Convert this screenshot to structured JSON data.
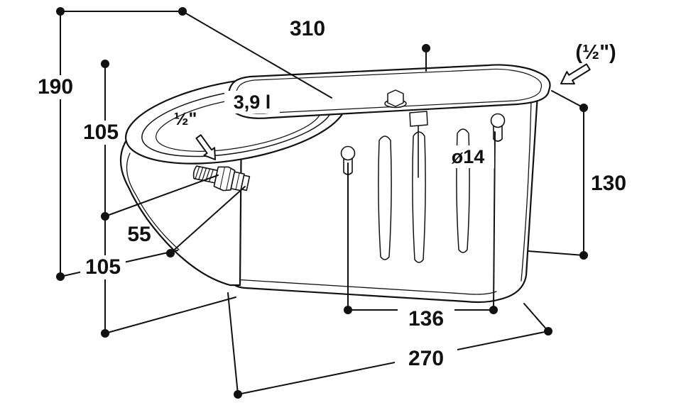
{
  "figure": {
    "type": "technical-drawing",
    "subject": "water-trough-drinking-bowl",
    "dimensions": {
      "top_width": "310",
      "total_height": "190",
      "upper_left_height": "105",
      "inlet_offset": "55",
      "lower_left_height": "105",
      "hole_spacing": "136",
      "base_width": "270",
      "right_height": "130"
    },
    "annotations": {
      "hole_diameter": "ø14",
      "capacity": "3,9 l",
      "inlet_thread": "½\"",
      "outlet_thread": "(½\")"
    }
  }
}
